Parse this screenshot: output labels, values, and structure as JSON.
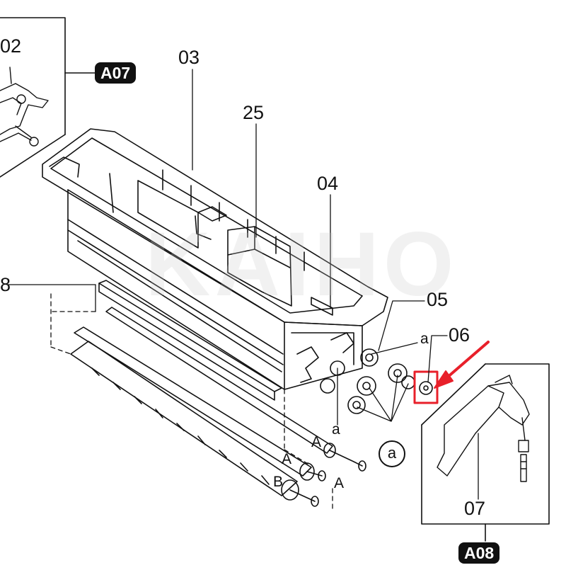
{
  "labels": {
    "p02": "02",
    "p03": "03",
    "p25": "25",
    "p04": "04",
    "p05": "05",
    "p06": "06",
    "p07": "07",
    "p_a_upper": "a",
    "p_a_lower": "a",
    "p_a_circle": "a",
    "roller_A1": "A",
    "roller_A2": "A",
    "roller_A3": "A",
    "roller_B": "B",
    "left_edge": "8"
  },
  "badges": {
    "a07": "A07",
    "a08": "A08"
  },
  "watermark": "KAIHO",
  "colors": {
    "ink": "#111111",
    "highlight": "#e8202a",
    "watermark": "#c8c8c8"
  }
}
